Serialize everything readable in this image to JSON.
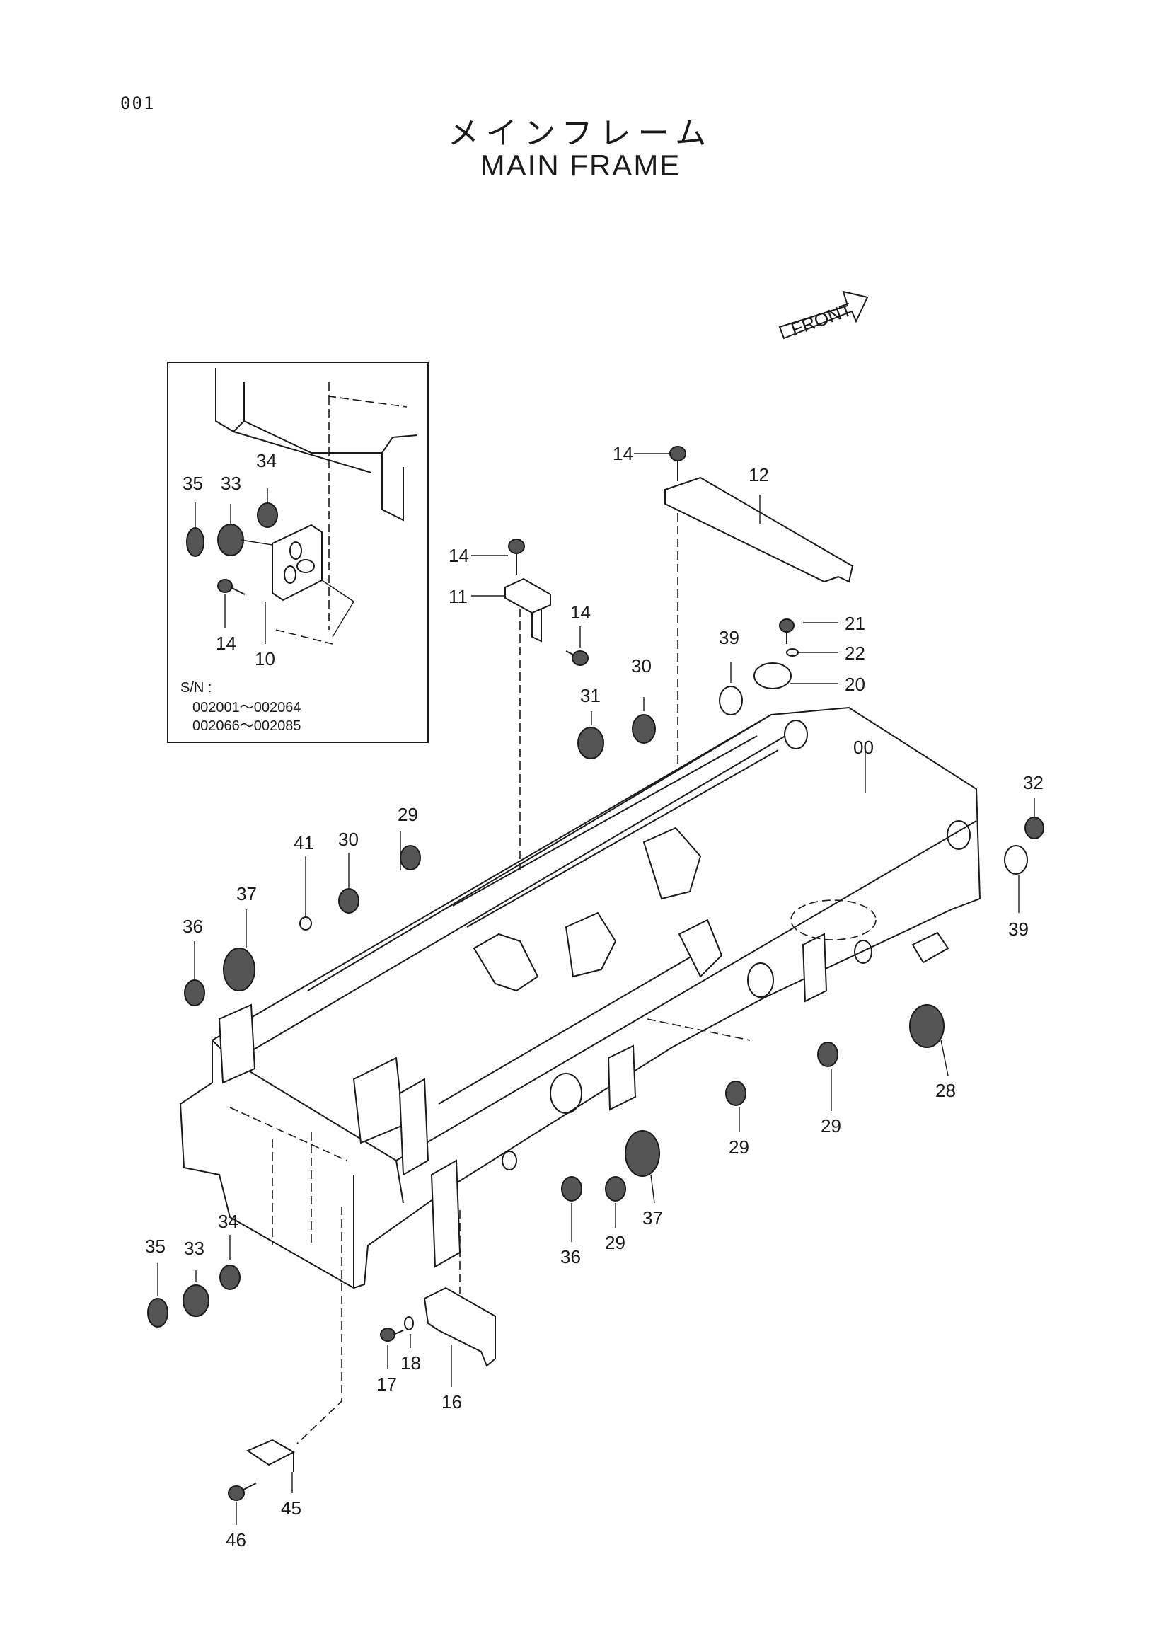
{
  "page_number": "001",
  "title_jp": "メインフレーム",
  "title_en": "MAIN FRAME",
  "front_label": "FRONT",
  "inset": {
    "serial_label": "S/N :",
    "serial_ranges": [
      "002001～002064",
      "002066～002085"
    ]
  },
  "callouts": [
    {
      "id": "c14a",
      "label": "14"
    },
    {
      "id": "c12",
      "label": "12"
    },
    {
      "id": "c14b",
      "label": "14"
    },
    {
      "id": "c11",
      "label": "11"
    },
    {
      "id": "c14c",
      "label": "14"
    },
    {
      "id": "c21",
      "label": "21"
    },
    {
      "id": "c22",
      "label": "22"
    },
    {
      "id": "c20",
      "label": "20"
    },
    {
      "id": "c39a",
      "label": "39"
    },
    {
      "id": "c30a",
      "label": "30"
    },
    {
      "id": "c31",
      "label": "31"
    },
    {
      "id": "c00",
      "label": "00"
    },
    {
      "id": "c32",
      "label": "32"
    },
    {
      "id": "c39b",
      "label": "39"
    },
    {
      "id": "c29a",
      "label": "29"
    },
    {
      "id": "c30b",
      "label": "30"
    },
    {
      "id": "c41",
      "label": "41"
    },
    {
      "id": "c37a",
      "label": "37"
    },
    {
      "id": "c36a",
      "label": "36"
    },
    {
      "id": "c28",
      "label": "28"
    },
    {
      "id": "c29b",
      "label": "29"
    },
    {
      "id": "c29c",
      "label": "29"
    },
    {
      "id": "c37b",
      "label": "37"
    },
    {
      "id": "c36b",
      "label": "36"
    },
    {
      "id": "c29d",
      "label": "29"
    },
    {
      "id": "c34a",
      "label": "34"
    },
    {
      "id": "c35a",
      "label": "35"
    },
    {
      "id": "c33a",
      "label": "33"
    },
    {
      "id": "c17",
      "label": "17"
    },
    {
      "id": "c18",
      "label": "18"
    },
    {
      "id": "c16",
      "label": "16"
    },
    {
      "id": "c45",
      "label": "45"
    },
    {
      "id": "c46",
      "label": "46"
    },
    {
      "id": "c34b",
      "label": "34"
    },
    {
      "id": "c35b",
      "label": "35"
    },
    {
      "id": "c33b",
      "label": "33"
    },
    {
      "id": "c14d",
      "label": "14"
    },
    {
      "id": "c10",
      "label": "10"
    }
  ]
}
